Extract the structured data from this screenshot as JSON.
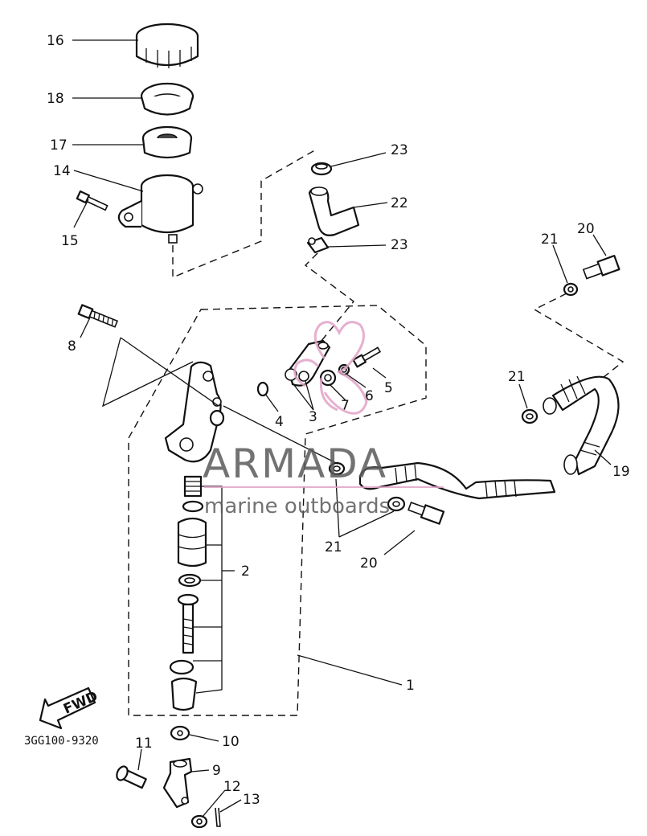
{
  "diagram_code": "3GG100-9320",
  "fwd_label": "FWD",
  "watermark": {
    "brand": "ARMADA",
    "tagline": "marine outboards",
    "accent_color": "#e2a3c7"
  },
  "callouts": {
    "c1": "1",
    "c2": "2",
    "c3": "3",
    "c4": "4",
    "c5": "5",
    "c6": "6",
    "c7": "7",
    "c8": "8",
    "c9": "9",
    "c10": "10",
    "c11": "11",
    "c12": "12",
    "c13": "13",
    "c14": "14",
    "c15": "15",
    "c16": "16",
    "c17": "17",
    "c18": "18",
    "c19": "19",
    "c20a": "20",
    "c20b": "20",
    "c21a": "21",
    "c21b": "21",
    "c21c": "21",
    "c22": "22",
    "c23a": "23",
    "c23b": "23"
  }
}
